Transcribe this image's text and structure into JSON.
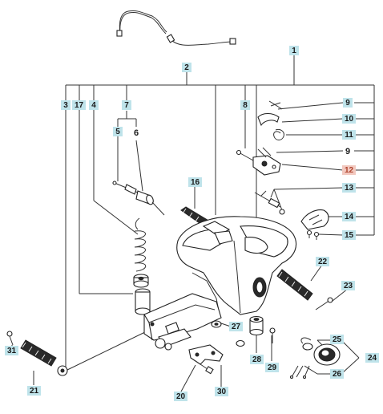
{
  "colors": {
    "badge": "#bfe3ea",
    "badge_highlight": "#f2c9c0",
    "line": "#333333"
  },
  "labels": {
    "p1": "1",
    "p2": "2",
    "p3": "3",
    "p4": "4",
    "p5": "5",
    "p6": "6",
    "p7": "7",
    "p8": "8",
    "p9a": "9",
    "p9b": "9",
    "p10": "10",
    "p11": "11",
    "p12": "12",
    "p13": "13",
    "p14": "14",
    "p15": "15",
    "p16": "16",
    "p17": "17",
    "p20": "20",
    "p21": "21",
    "p22": "22",
    "p23": "23",
    "p24": "24",
    "p25": "25",
    "p26": "26",
    "p27": "27",
    "p28": "28",
    "p29": "29",
    "p30": "30",
    "p31": "31"
  }
}
